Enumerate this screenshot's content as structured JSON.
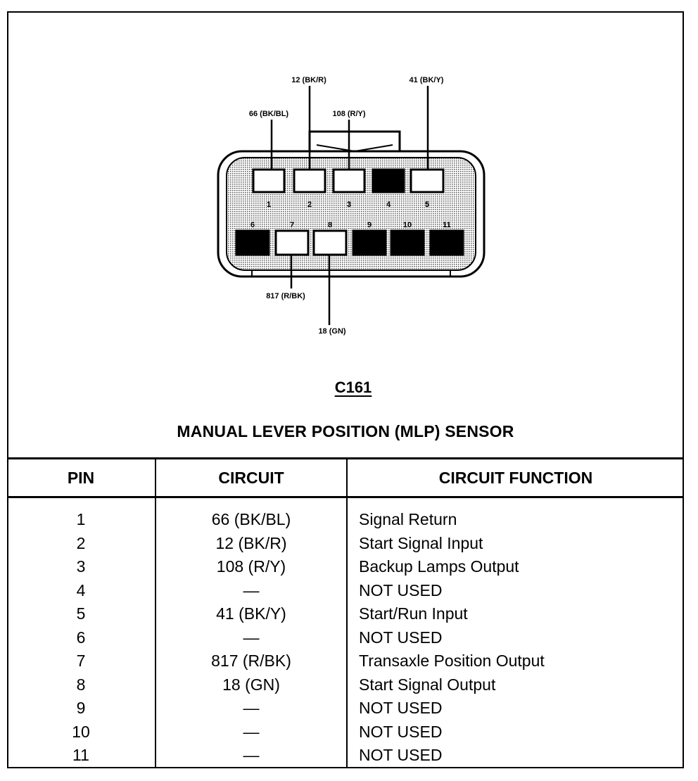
{
  "connector": {
    "id": "C161",
    "title": "MANUAL LEVER POSITION (MLP) SENSOR",
    "wire_labels": {
      "pin1": "66 (BK/BL)",
      "pin2": "12 (BK/R)",
      "pin3": "108 (R/Y)",
      "pin5": "41 (BK/Y)",
      "pin7": "817 (R/BK)",
      "pin8": "18 (GN)"
    },
    "cavities": [
      {
        "pin": "1",
        "used": true
      },
      {
        "pin": "2",
        "used": true
      },
      {
        "pin": "3",
        "used": true
      },
      {
        "pin": "4",
        "used": false
      },
      {
        "pin": "5",
        "used": true
      },
      {
        "pin": "6",
        "used": false
      },
      {
        "pin": "7",
        "used": true
      },
      {
        "pin": "8",
        "used": true
      },
      {
        "pin": "9",
        "used": false
      },
      {
        "pin": "10",
        "used": false
      },
      {
        "pin": "11",
        "used": false
      }
    ]
  },
  "table": {
    "headers": [
      "PIN",
      "CIRCUIT",
      "CIRCUIT FUNCTION"
    ],
    "rows": [
      {
        "pin": "1",
        "circuit": "66 (BK/BL)",
        "function": "Signal Return"
      },
      {
        "pin": "2",
        "circuit": "12 (BK/R)",
        "function": "Start Signal Input"
      },
      {
        "pin": "3",
        "circuit": "108 (R/Y)",
        "function": "Backup Lamps Output"
      },
      {
        "pin": "4",
        "circuit": "—",
        "function": "NOT USED"
      },
      {
        "pin": "5",
        "circuit": "41 (BK/Y)",
        "function": "Start/Run Input"
      },
      {
        "pin": "6",
        "circuit": "—",
        "function": "NOT USED"
      },
      {
        "pin": "7",
        "circuit": "817 (R/BK)",
        "function": "Transaxle Position Output"
      },
      {
        "pin": "8",
        "circuit": "18 (GN)",
        "function": "Start Signal Output"
      },
      {
        "pin": "9",
        "circuit": "—",
        "function": "NOT USED"
      },
      {
        "pin": "10",
        "circuit": "—",
        "function": "NOT USED"
      },
      {
        "pin": "11",
        "circuit": "—",
        "function": "NOT USED"
      }
    ]
  }
}
